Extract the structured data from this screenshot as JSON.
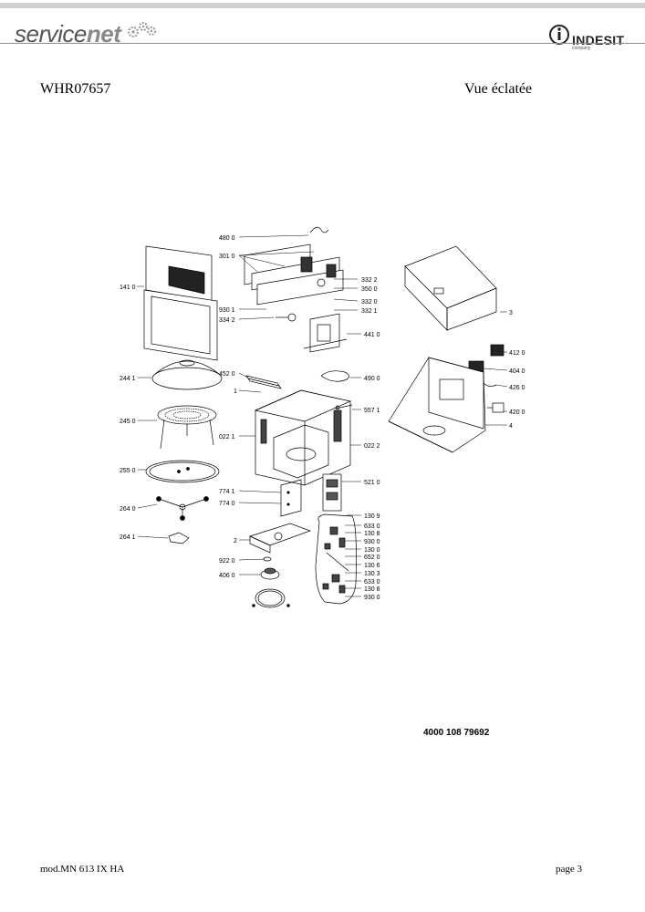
{
  "header": {
    "brand_left": "servicenet",
    "brand_left_a": "service",
    "brand_left_b": "net",
    "brand_right": "INDESIT",
    "brand_right_sub": "company"
  },
  "document": {
    "model_code": "WHR07657",
    "view_title": "Vue éclatée",
    "doc_number": "4000 108 79692",
    "footer_model": "mod.MN 613 IX HA",
    "footer_page": "page 3"
  },
  "part_labels": {
    "p4800": "480 0",
    "p3010": "301 0",
    "p3322": "332 2",
    "p3500": "350 0",
    "p3320": "332 0",
    "p3321": "332 1",
    "p9301": "930 1",
    "p3342": "334 2",
    "p4410": "441 0",
    "p1410": "141 0",
    "p2441": "244 1",
    "p2450": "245 0",
    "p2550": "255 0",
    "p2640": "264 0",
    "p2641": "264 1",
    "p4520": "452 0",
    "p1": "1",
    "p0221": "022 1",
    "p0222": "022 2",
    "p4900": "490 0",
    "p5571": "557 1",
    "p5210": "521 0",
    "p7741": "774 1",
    "p7740": "774 0",
    "p2": "2",
    "p9220": "922 0",
    "p4060": "406 0",
    "p3": "3",
    "p4120": "412 0",
    "p4040": "404 0",
    "p4260": "426 0",
    "p4200": "420 0",
    "p4": "4",
    "p1309": "130 9",
    "p6330a": "633 0",
    "p1308a": "130 8",
    "p9300a": "930 0",
    "p1300": "130 0",
    "p6520": "652 0",
    "p1306": "130 6",
    "p1303": "130 3",
    "p6330b": "633 0",
    "p1308b": "130 8",
    "p9300b": "930 0"
  }
}
